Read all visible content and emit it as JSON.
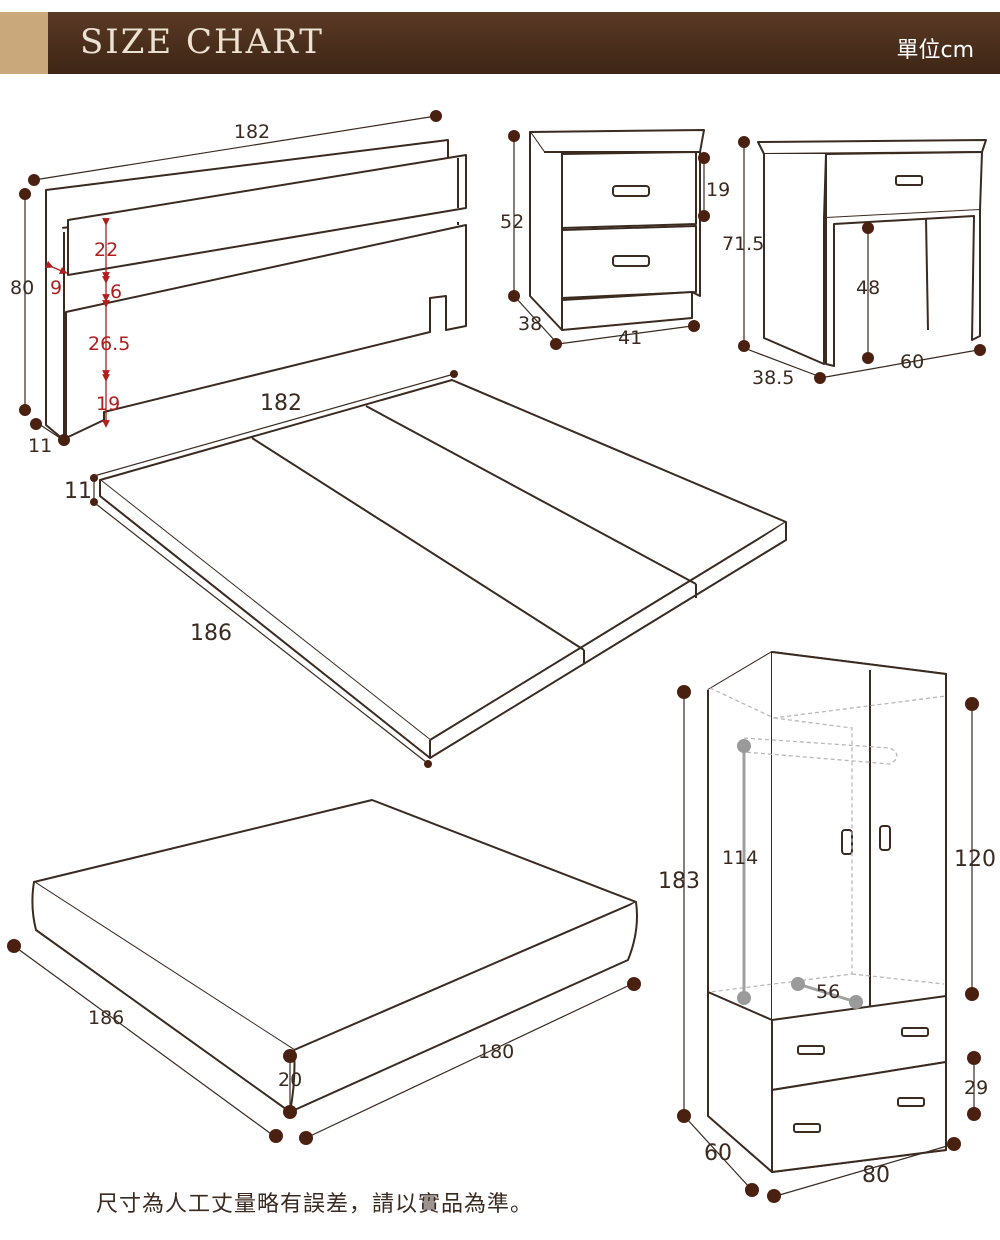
{
  "header": {
    "title": "SIZE CHART",
    "unit": "單位cm"
  },
  "headboard": {
    "width": "182",
    "height": "80",
    "panel_top": "22",
    "gap": "6",
    "panel_bottom": "26.5",
    "leg": "19",
    "side_depth": "9",
    "base_depth": "11"
  },
  "bed_base": {
    "width": "182",
    "length": "186",
    "thickness": "11"
  },
  "nightstand": {
    "height": "52",
    "drawer": "19",
    "depth": "38",
    "width": "41"
  },
  "desk": {
    "height": "71.5",
    "knee_height": "48",
    "depth": "38.5",
    "width": "60"
  },
  "mattress": {
    "length": "186",
    "width": "180",
    "thickness": "20"
  },
  "wardrobe": {
    "height": "183",
    "hanging_height": "114",
    "upper_height": "120",
    "inner_depth": "56",
    "drawer": "29",
    "depth": "60",
    "width": "80"
  },
  "note": "尺寸為人工丈量略有誤差，請以實品為準。"
}
